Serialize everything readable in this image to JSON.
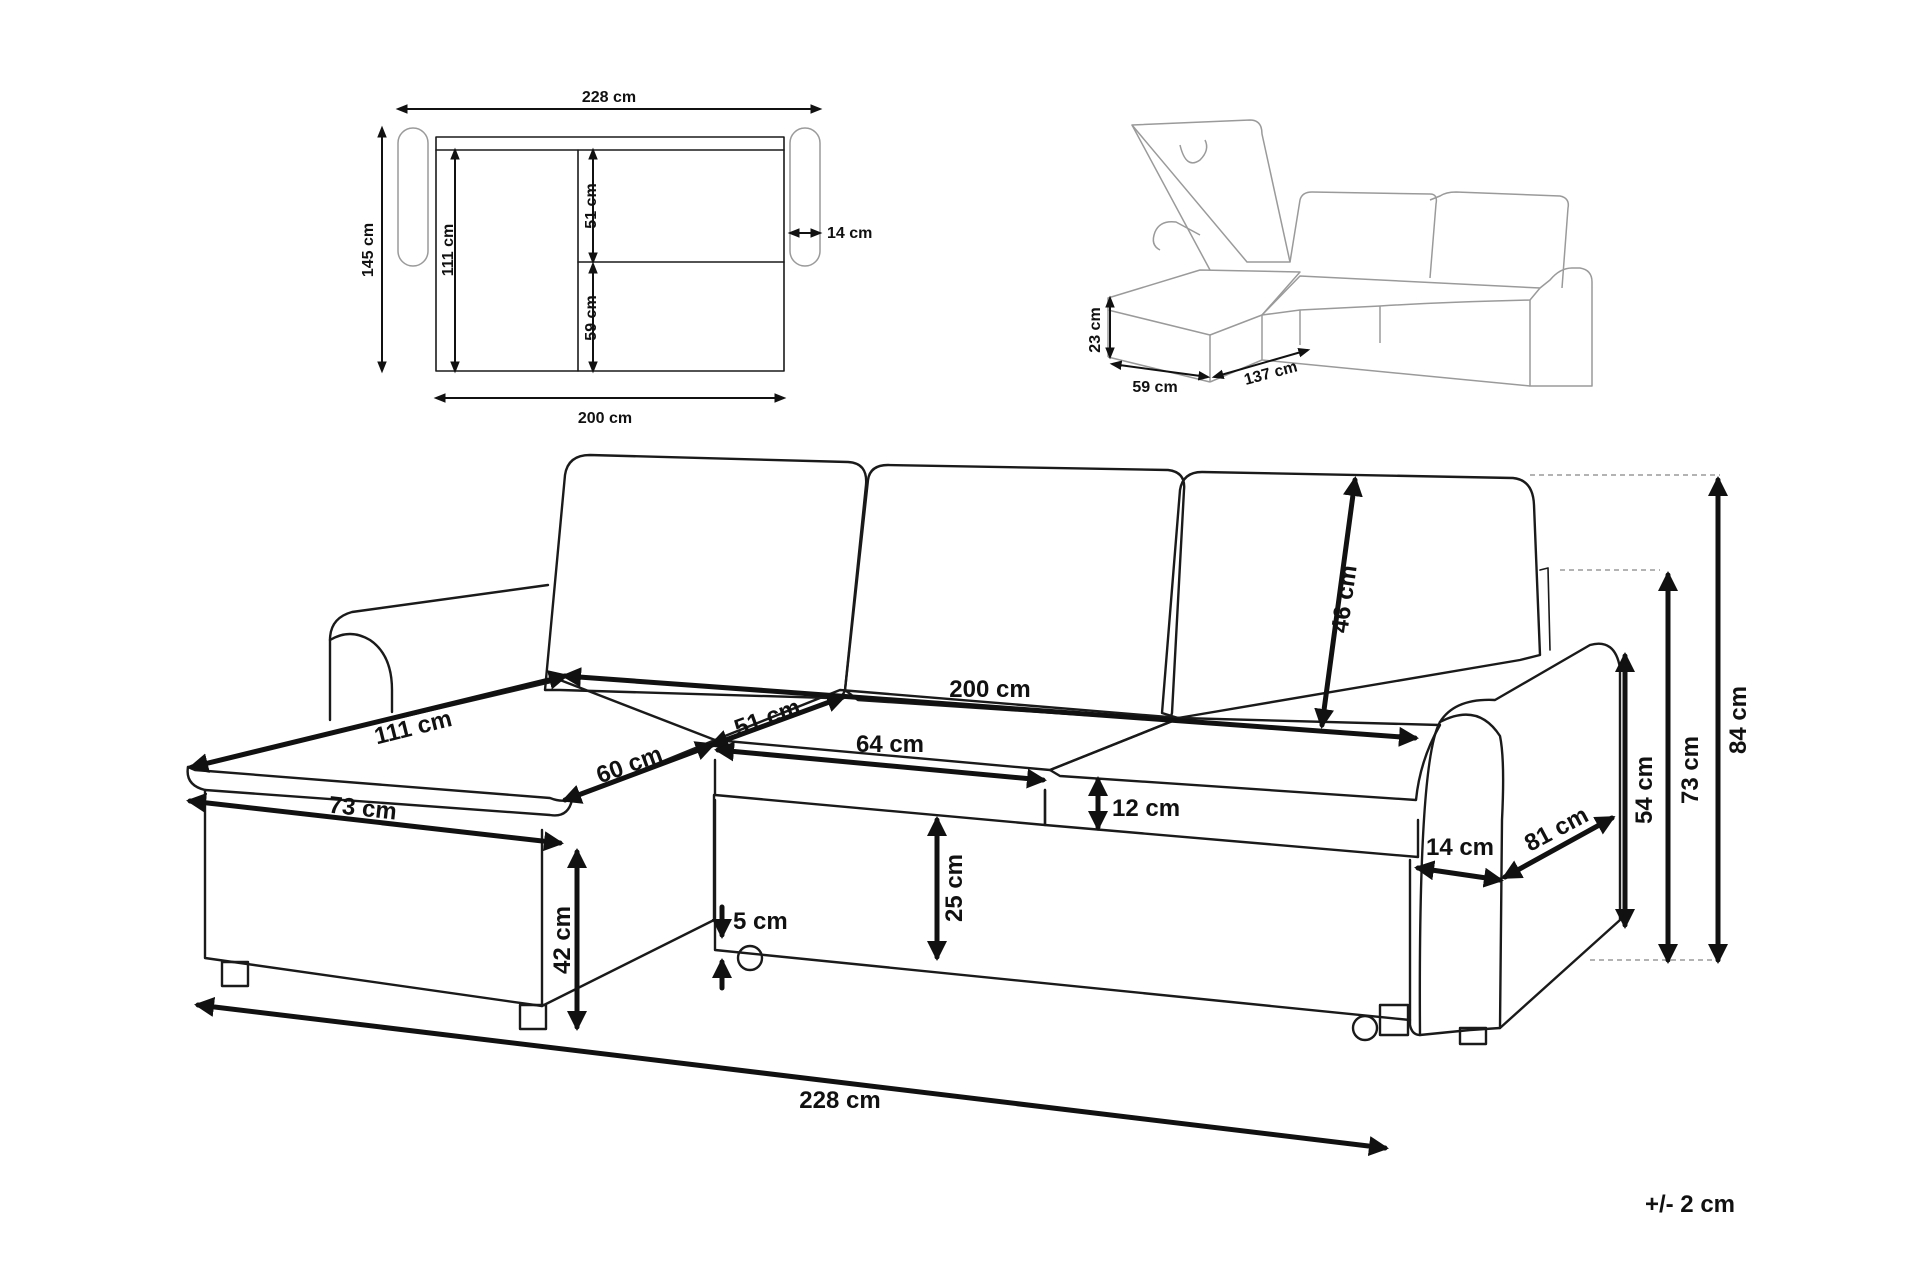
{
  "top_plan": {
    "total_width": "228 cm",
    "depth": "145 cm",
    "seat_length": "111 cm",
    "back_section": "51 cm",
    "seat_section": "59 cm",
    "armrest": "14 cm",
    "inner_width": "200 cm"
  },
  "storage_view": {
    "height": "23 cm",
    "depth": "59 cm",
    "width": "137 cm"
  },
  "main_view": {
    "backrest_height": "46 cm",
    "seat_width": "200 cm",
    "chaise_length": "111 cm",
    "chaise_inner": "60 cm",
    "chaise_depth": "73 cm",
    "seat_depth_left": "51 cm",
    "seat_depth": "64 cm",
    "cushion_height": "12 cm",
    "bed_height": "25 cm",
    "clearance": "5 cm",
    "seat_height": "42 cm",
    "arm_width": "14 cm",
    "arm_depth": "81 cm",
    "arm_height": "54 cm",
    "back_mid_height": "73 cm",
    "total_height": "84 cm",
    "total_width": "228 cm"
  },
  "tolerance": "+/- 2 cm"
}
